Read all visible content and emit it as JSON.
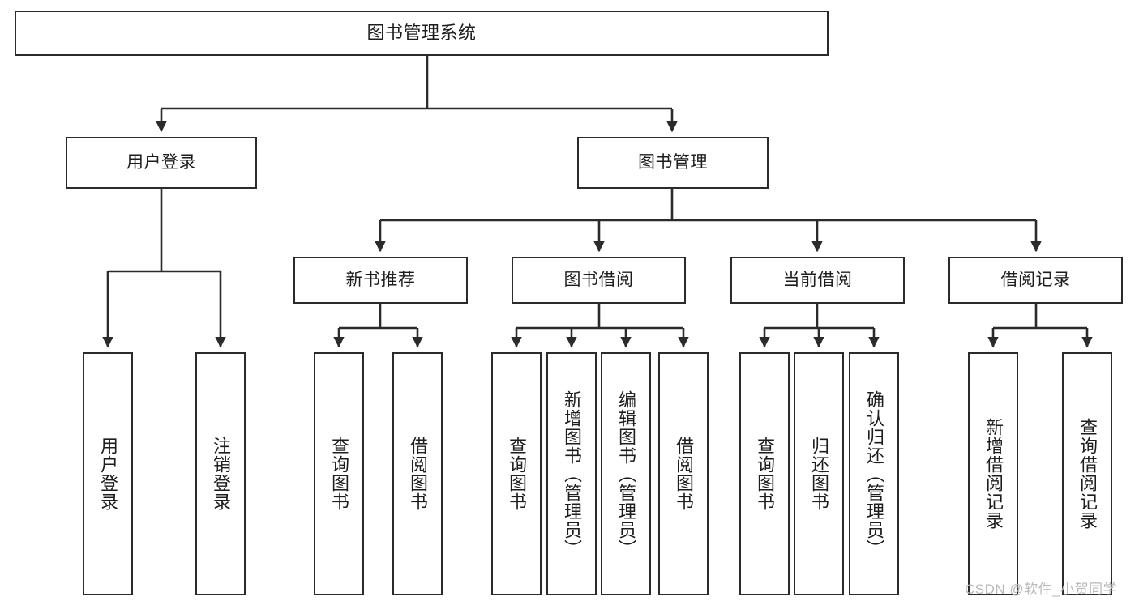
{
  "diagram": {
    "type": "tree",
    "title": "图书管理系统",
    "root": {
      "label": "图书管理系统"
    },
    "level1": [
      {
        "label": "用户登录"
      },
      {
        "label": "图书管理"
      }
    ],
    "level2": [
      {
        "label": "新书推荐"
      },
      {
        "label": "图书借阅"
      },
      {
        "label": "当前借阅"
      },
      {
        "label": "借阅记录"
      }
    ],
    "leaves": [
      {
        "label": "用户登录",
        "parent": "用户登录"
      },
      {
        "label": "注销登录",
        "parent": "用户登录"
      },
      {
        "label": "查询图书",
        "parent": "新书推荐"
      },
      {
        "label": "借阅图书",
        "parent": "新书推荐"
      },
      {
        "label": "查询图书",
        "parent": "图书借阅"
      },
      {
        "label": "新增图书（管理员）",
        "parent": "图书借阅"
      },
      {
        "label": "编辑图书（管理员）",
        "parent": "图书借阅"
      },
      {
        "label": "借阅图书",
        "parent": "图书借阅"
      },
      {
        "label": "查询图书",
        "parent": "当前借阅"
      },
      {
        "label": "归还图书",
        "parent": "当前借阅"
      },
      {
        "label": "确认归还（管理员）",
        "parent": "当前借阅"
      },
      {
        "label": "新增借阅记录",
        "parent": "借阅记录"
      },
      {
        "label": "查询借阅记录",
        "parent": "借阅记录"
      }
    ],
    "colors": {
      "box_border": "#2b2b2b",
      "box_fill": "#ffffff",
      "connector": "#2b2b2b",
      "text": "#1d1d1d",
      "watermark": "#b9b9b9"
    }
  },
  "watermark": {
    "text": "CSDN @软件_小贺同学"
  }
}
